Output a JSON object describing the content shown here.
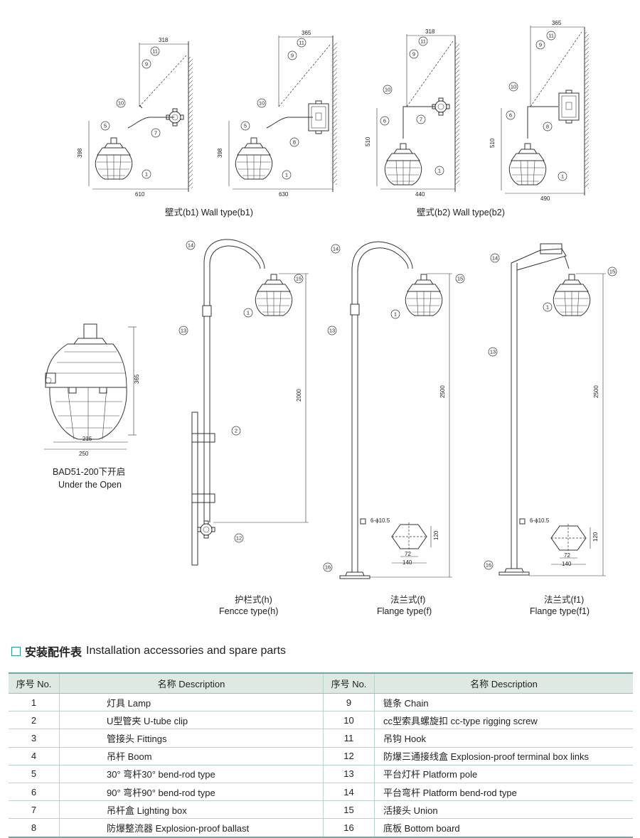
{
  "captions": {
    "wall_b1": "壁式(b1) Wall type(b1)",
    "wall_b2": "壁式(b2) Wall type(b2)",
    "open_l1": "BAD51-200下开启",
    "open_l2": "Under the Open",
    "fence_l1": "护栏式(h)",
    "fence_l2": "Fencce type(h)",
    "flange_l1": "法兰式(f)",
    "flange_l2": "Flange type(f)",
    "flange1_l1": "法兰式(f1)",
    "flange1_l2": "Flange type(f1)"
  },
  "dims": {
    "b1a_top": "318",
    "b1a_h": "398",
    "b1a_w": "610",
    "b1b_top": "365",
    "b1b_h": "398",
    "b1b_w": "630",
    "b2a_top": "318",
    "b2a_h": "510",
    "b2a_w": "440",
    "b2b_top": "365",
    "b2b_h": "510",
    "b2b_w": "490",
    "open_h": "365",
    "open_w1": "215",
    "open_w2": "250",
    "fence_h": "2000",
    "flange_h": "2500",
    "flange1_h": "2500",
    "holes": "6-ϕ10.5",
    "base_h": "120",
    "base_w1": "72",
    "base_w2": "140"
  },
  "heading": {
    "zh": "安装配件表",
    "en": "Installation accessories and spare parts"
  },
  "table": {
    "headers": [
      "序号 No.",
      "名称 Description",
      "序号 No.",
      "名称 Description"
    ],
    "rows": [
      {
        "no1": "1",
        "d1": "灯具 Lamp",
        "no2": "9",
        "d2": "链条 Chain"
      },
      {
        "no1": "2",
        "d1": "U型管夹 U-tube clip",
        "no2": "10",
        "d2": "cc型索具螺旋扣 cc-type rigging screw"
      },
      {
        "no1": "3",
        "d1": "管接头 Fittings",
        "no2": "11",
        "d2": "吊钩 Hook"
      },
      {
        "no1": "4",
        "d1": "吊杆 Boom",
        "no2": "12",
        "d2": "防爆三通接线盒 Explosion-proof terminal box links"
      },
      {
        "no1": "5",
        "d1": "30° 弯杆30° bend-rod type",
        "no2": "13",
        "d2": "平台灯杆 Platform pole"
      },
      {
        "no1": "6",
        "d1": "90° 弯杆90° bend-rod type",
        "no2": "14",
        "d2": "平台弯杆 Platform bend-rod type"
      },
      {
        "no1": "7",
        "d1": "吊杆盒 Lighting box",
        "no2": "15",
        "d2": "活接头 Union"
      },
      {
        "no1": "8",
        "d1": "防爆整流器 Explosion-proof ballast",
        "no2": "16",
        "d2": "底板 Bottom board"
      }
    ]
  },
  "colors": {
    "accent": "#2a9a8a",
    "header_bg": "#dfe9e4",
    "line": "#333333"
  }
}
